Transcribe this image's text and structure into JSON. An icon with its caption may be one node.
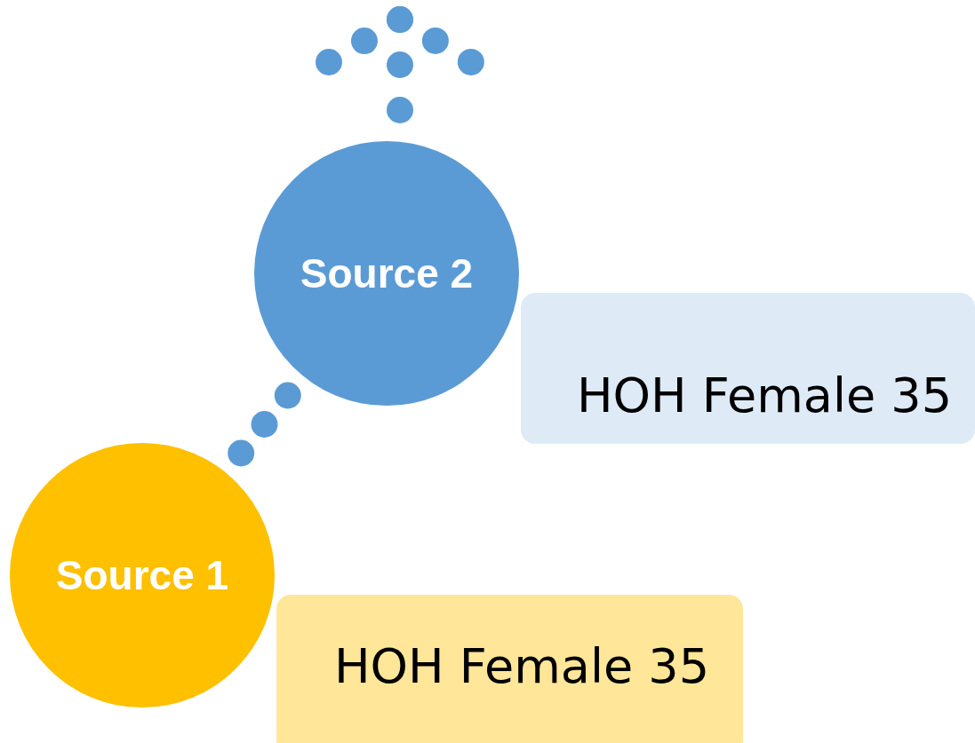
{
  "diagram": {
    "nodes": [
      {
        "text": [
          "Source 2"
        ]
      },
      {
        "text": [
          "HOH Female 35"
        ]
      },
      {
        "text": [
          "Source 1"
        ]
      },
      {
        "text": [
          "HOH Female 35"
        ]
      }
    ],
    "edges": [
      {
        "from": 2,
        "to": 0,
        "arrow": "none"
      },
      {
        "from": 0,
        "to": null,
        "arrow": "to"
      }
    ]
  }
}
